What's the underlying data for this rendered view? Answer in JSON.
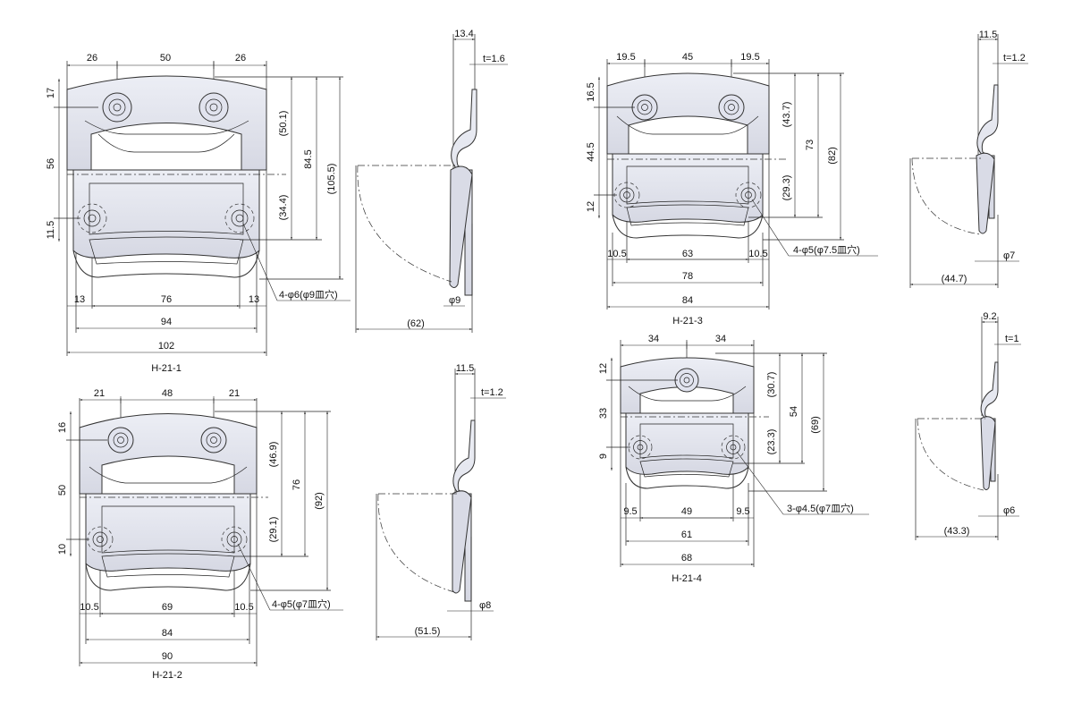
{
  "colors": {
    "line": "#222222",
    "fill_light": "#e6e7f0",
    "fill_dark": "#c9cbd8",
    "background": "#ffffff"
  },
  "h21_1": {
    "caption": "H-21-1",
    "top": [
      "26",
      "50",
      "26"
    ],
    "left": [
      "17",
      "56",
      "11.5"
    ],
    "right": [
      "(50.1)",
      "(34.4)",
      "84.5",
      "(105.5)"
    ],
    "bottom": [
      "13",
      "76",
      "13"
    ],
    "width_inner": "94",
    "width_total": "102",
    "holes": "4-φ6(φ9皿穴)",
    "side": {
      "top": "13.4",
      "thick": "t=1.6",
      "dia": "φ9",
      "depth": "(62)"
    }
  },
  "h21_2": {
    "caption": "H-21-2",
    "top": [
      "21",
      "48",
      "21"
    ],
    "left": [
      "16",
      "50",
      "10"
    ],
    "right": [
      "(46.9)",
      "(29.1)",
      "76",
      "(92)"
    ],
    "bottom": [
      "10.5",
      "69",
      "10.5"
    ],
    "width_inner": "84",
    "width_total": "90",
    "holes": "4-φ5(φ7皿穴)",
    "side": {
      "top": "11.5",
      "thick": "t=1.2",
      "dia": "φ8",
      "depth": "(51.5)"
    }
  },
  "h21_3": {
    "caption": "H-21-3",
    "top": [
      "19.5",
      "45",
      "19.5"
    ],
    "left": [
      "16.5",
      "44.5",
      "12"
    ],
    "right": [
      "(43.7)",
      "(29.3)",
      "73",
      "(82)"
    ],
    "bottom": [
      "10.5",
      "63",
      "10.5"
    ],
    "width_inner": "78",
    "width_total": "84",
    "holes": "4-φ5(φ7.5皿穴)",
    "side": {
      "top": "11.5",
      "thick": "t=1.2",
      "dia": "φ7",
      "depth": "(44.7)"
    }
  },
  "h21_4": {
    "caption": "H-21-4",
    "top": [
      "34",
      "34"
    ],
    "left": [
      "12",
      "33",
      "9"
    ],
    "right": [
      "(30.7)",
      "(23.3)",
      "54",
      "(69)"
    ],
    "bottom": [
      "9.5",
      "49",
      "9.5"
    ],
    "width_inner": "61",
    "width_total": "68",
    "holes": "3-φ4.5(φ7皿穴)",
    "side": {
      "top": "9.2",
      "thick": "t=1",
      "dia": "φ6",
      "depth": "(43.3)"
    }
  }
}
